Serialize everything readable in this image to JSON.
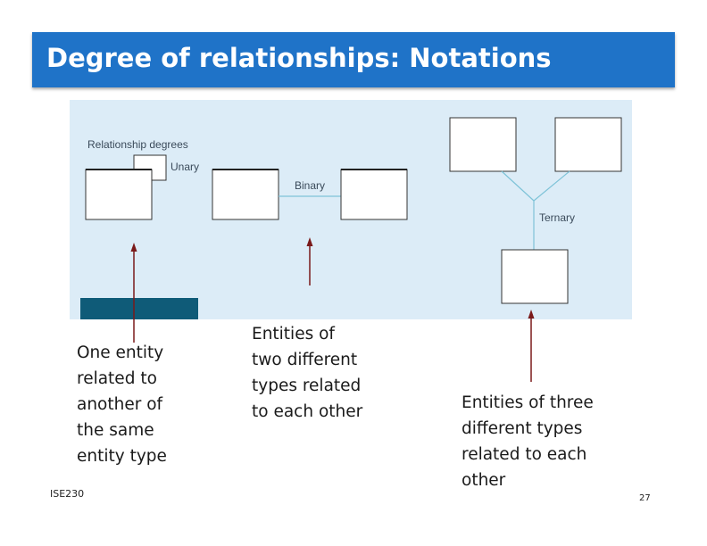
{
  "slide": {
    "title": "Degree of relationships: Notations",
    "footer_left": "ISE230",
    "page_number": "27"
  },
  "diagram": {
    "heading": "Relationship degrees",
    "unary_label": "Unary",
    "binary_label": "Binary",
    "ternary_label": "Ternary"
  },
  "captions": {
    "unary": "One entity\nrelated to\nanother of\nthe same\nentity type",
    "binary": "Entities of\ntwo different\ntypes related\nto each other",
    "ternary": "Entities of three\ndifferent types\nrelated to each\nother"
  },
  "colors": {
    "title_bar": "#1f73c8",
    "panel": "#dcecf7",
    "arrow": "#7a1a1a",
    "connector": "#7ec3d8"
  }
}
